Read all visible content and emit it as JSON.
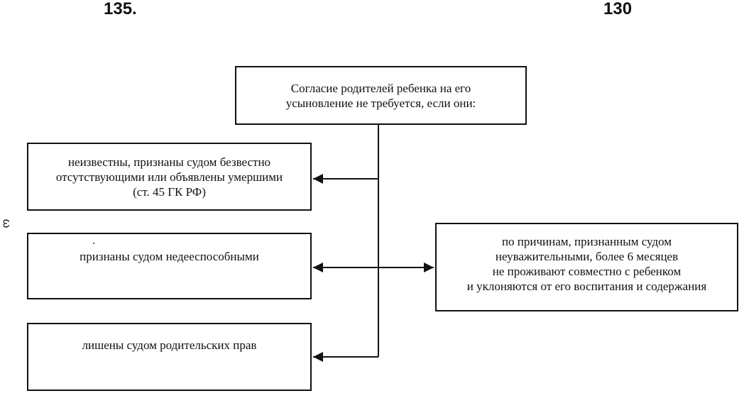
{
  "page_numbers": {
    "left": "135.",
    "right": "130"
  },
  "side_mark": "ω",
  "boxes": {
    "main": {
      "lines": [
        "Согласие родителей ребенка на его",
        "усыновление не требуется, если они:"
      ]
    },
    "unknown": {
      "lines": [
        "неизвестны, признаны судом безвестно",
        "отсутствующими или объявлены умершими",
        "(ст. 45 ГК РФ)"
      ]
    },
    "incapable": {
      "lines": [
        "признаны судом недееспособными"
      ]
    },
    "deprived": {
      "lines": [
        "лишены судом родительских прав"
      ]
    },
    "reasons": {
      "lines": [
        "по причинам, признанным судом",
        "неуважительными, более 6 месяцев",
        "не проживают совместно с ребенком",
        "и уклоняются от его воспитания и содержания"
      ]
    }
  },
  "colors": {
    "ink": "#111111",
    "background": "#ffffff"
  }
}
